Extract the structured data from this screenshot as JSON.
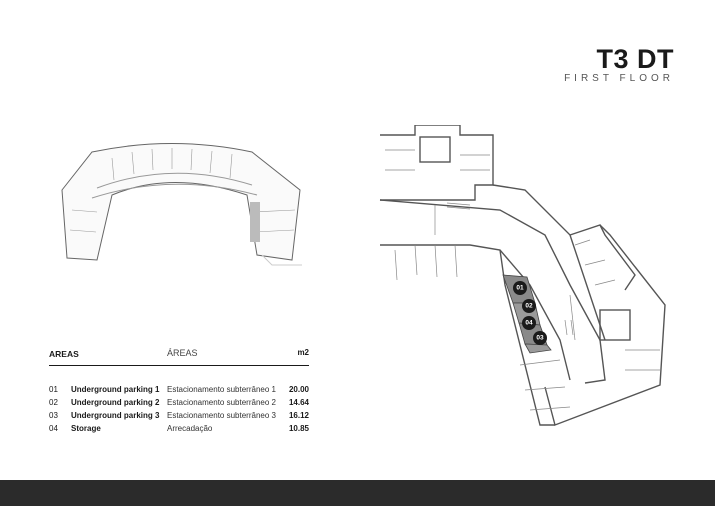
{
  "header": {
    "title": "T3 DT",
    "subtitle": "FIRST FLOOR"
  },
  "areas": {
    "heading_en": "AREAS",
    "heading_pt": "ÁREAS",
    "unit": "m2",
    "rows": [
      {
        "num": "01",
        "name_en": "Underground parking 1",
        "name_pt": "Estacionamento subterrâneo 1",
        "value": "20.00"
      },
      {
        "num": "02",
        "name_en": "Underground parking 2",
        "name_pt": "Estacionamento subterrâneo 2",
        "value": "14.64"
      },
      {
        "num": "03",
        "name_en": "Underground parking 3",
        "name_pt": "Estacionamento subterrâneo 3",
        "value": "16.12"
      },
      {
        "num": "04",
        "name_en": "Storage",
        "name_pt": "Arrecadação",
        "value": "10.85"
      }
    ]
  },
  "plan": {
    "markers": [
      "01",
      "02",
      "04",
      "03"
    ],
    "highlight_color": "#8a8a8a",
    "marker_color": "#1a1a1a"
  },
  "colors": {
    "footer": "#2b2b2b",
    "wall": "#555555"
  }
}
